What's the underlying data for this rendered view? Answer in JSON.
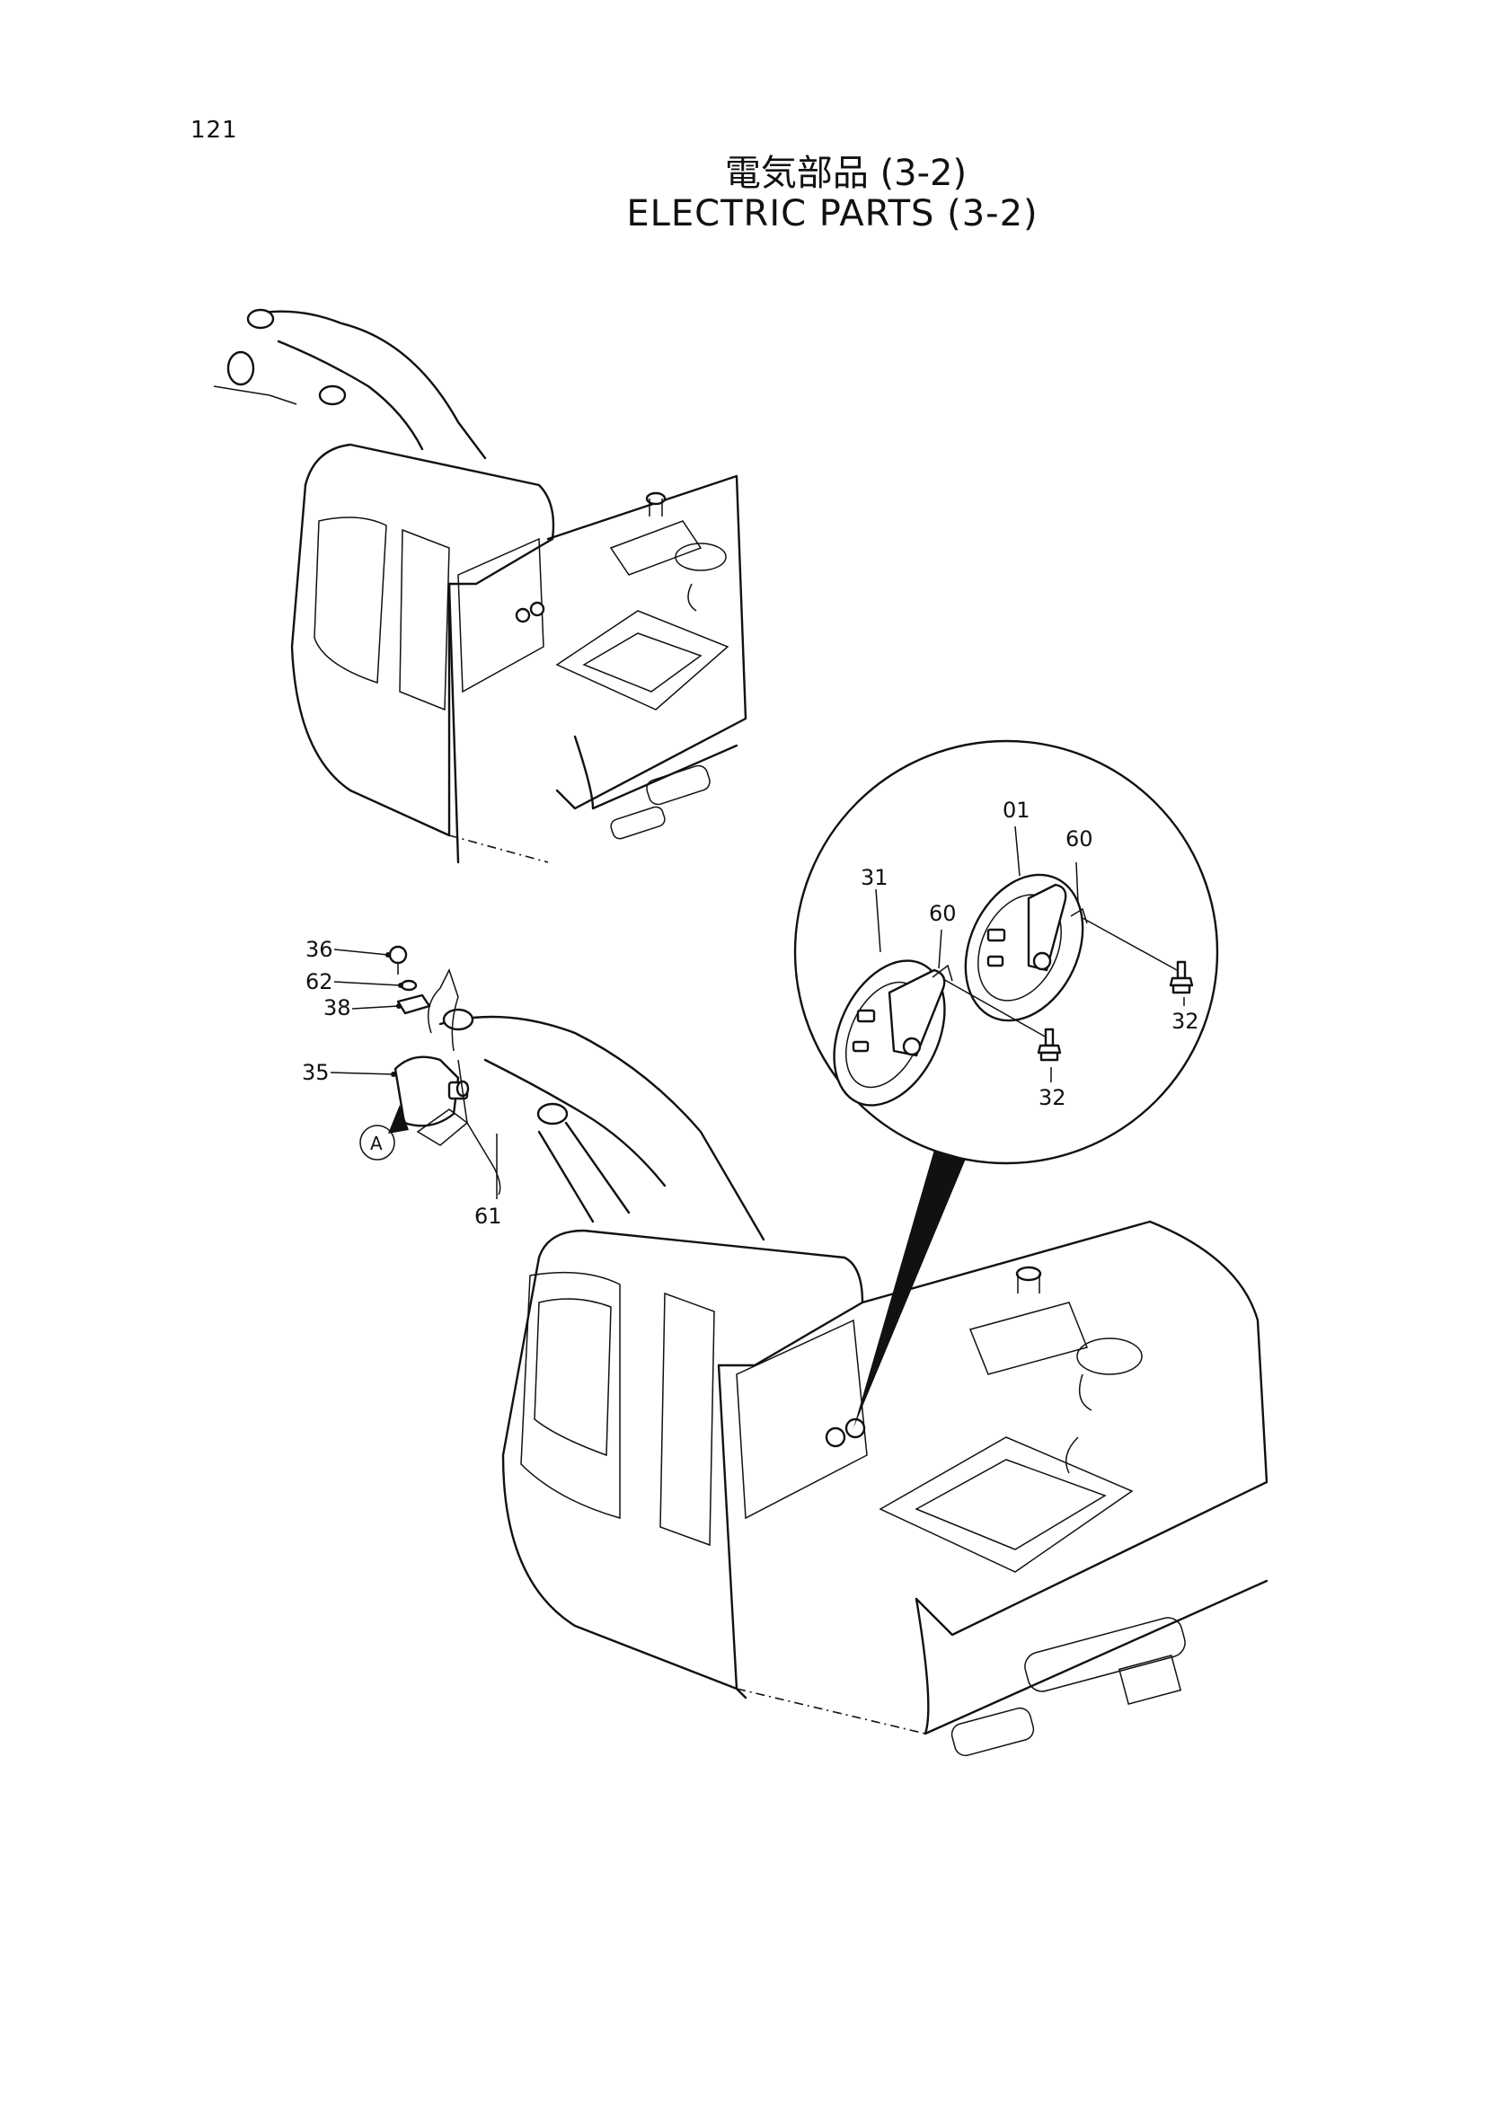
{
  "page_number": "121",
  "title_jp": "電気部品 (3-2)",
  "title_en": "ELECTRIC PARTS (3-2)",
  "callouts": {
    "c36": "36",
    "c62": "62",
    "c38": "38",
    "c35": "35",
    "c61": "61",
    "view_a": "A",
    "c01": "01",
    "c31": "31",
    "c60_left": "60",
    "c60_right": "60",
    "c32_left": "32",
    "c32_right": "32"
  }
}
